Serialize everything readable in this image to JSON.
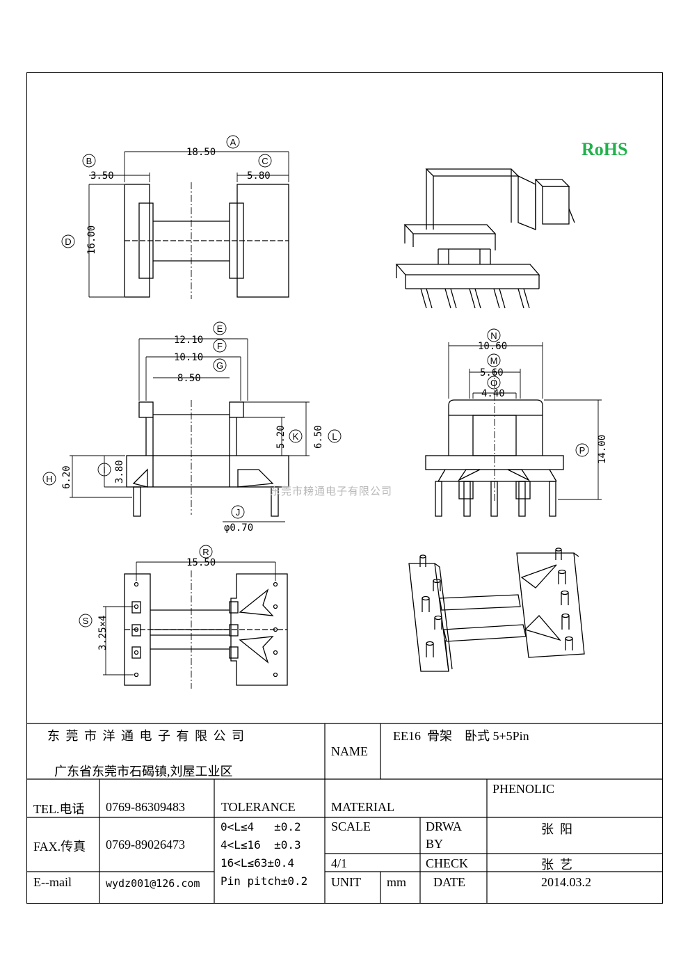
{
  "badge": {
    "rohs": "RoHS"
  },
  "watermark": "东莞市耪通电子有限公司",
  "dims": {
    "A": {
      "letter": "A",
      "value": "18.50"
    },
    "B": {
      "letter": "B",
      "value": "3.50"
    },
    "C": {
      "letter": "C",
      "value": "5.80"
    },
    "D": {
      "letter": "D",
      "value": "16.00"
    },
    "E": {
      "letter": "E",
      "value": "12.10"
    },
    "F": {
      "letter": "F",
      "value": "10.10"
    },
    "G": {
      "letter": "G",
      "value": "8.50"
    },
    "H": {
      "letter": "H",
      "value": "6.20"
    },
    "I": {
      "letter": "I",
      "value": "3.80"
    },
    "J": {
      "letter": "J",
      "value": "φ0.70"
    },
    "K": {
      "letter": "K",
      "value": "5.20"
    },
    "L": {
      "letter": "L",
      "value": "6.50"
    },
    "M": {
      "letter": "M",
      "value": "5.60"
    },
    "N": {
      "letter": "N",
      "value": "10.60"
    },
    "O": {
      "letter": "O",
      "value": "4.40"
    },
    "P": {
      "letter": "P",
      "value": "14.00"
    },
    "R": {
      "letter": "R",
      "value": "15.50"
    },
    "S": {
      "letter": "S",
      "value": "3.25×4"
    }
  },
  "title_block": {
    "company": "东 莞 市 洋 通 电 子 有 限 公 司",
    "address": "广东省东莞市石碣镇,刘屋工业区",
    "name_label": "NAME",
    "name_value": "EE16  骨架    卧式 5+5Pin",
    "tel_label": "TEL.电话",
    "tel_value": "0769-86309483",
    "fax_label": "FAX.传真",
    "fax_value": "0769-89026473",
    "email_label": "E--mail",
    "email_value": "wydz001@126.com",
    "tolerance_label": "TOLERANCE",
    "tolerance_rows": [
      "0<L≤4   ±0.2",
      "4<L≤16  ±0.3",
      "16<L≤63±0.4",
      "Pin pitch±0.2"
    ],
    "material_label": "MATERIAL",
    "material_value": "PHENOLIC",
    "scale_label": "SCALE",
    "scale_value": "4/1",
    "drawn_label_1": "DRWA",
    "drawn_label_2": "BY",
    "drawn_value": "张  阳",
    "check_label": "CHECK",
    "check_value": "张  艺",
    "unit_label": "UNIT",
    "unit_value": "mm",
    "date_label": "DATE",
    "date_value": "2014.03.2"
  }
}
